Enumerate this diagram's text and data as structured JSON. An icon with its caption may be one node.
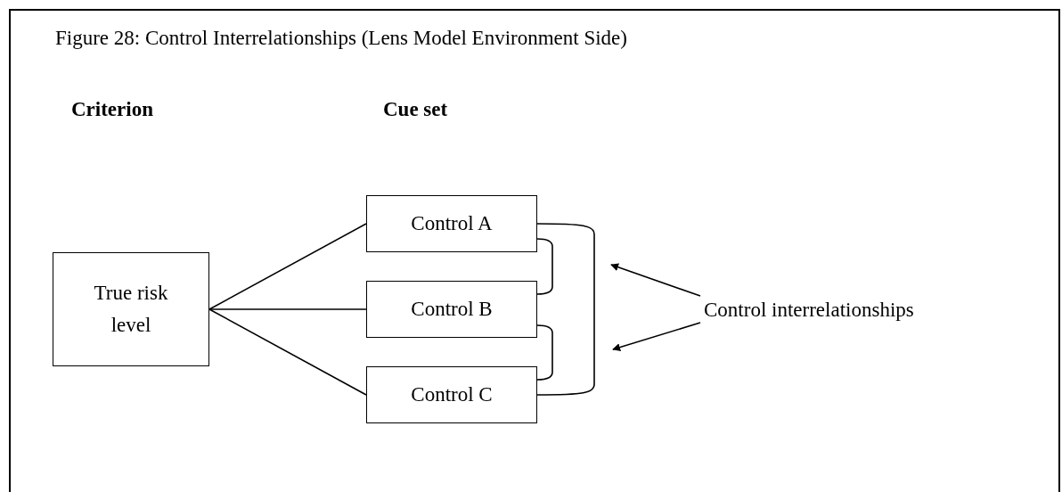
{
  "diagram": {
    "title": "Figure 28: Control Interrelationships (Lens Model Environment Side)",
    "nodes": [
      {
        "text": [
          "True risk level"
        ]
      },
      {
        "text": [
          "Control A"
        ]
      },
      {
        "text": [
          "Control B"
        ]
      },
      {
        "text": [
          "Control C"
        ]
      },
      {
        "text": [
          "Control interrelationships"
        ]
      }
    ],
    "edges": [
      {
        "from": 0,
        "to": 1,
        "arrow": "none"
      },
      {
        "from": 0,
        "to": 2,
        "arrow": "none"
      },
      {
        "from": 0,
        "to": 3,
        "arrow": "none"
      },
      {
        "from": 1,
        "to": 3,
        "arrow": "none"
      },
      {
        "from": 1,
        "to": 2,
        "arrow": "none"
      },
      {
        "from": 2,
        "to": 3,
        "arrow": "none"
      },
      {
        "from": 4,
        "to": null,
        "arrow": "to"
      },
      {
        "from": 4,
        "to": null,
        "arrow": "to"
      }
    ],
    "labels": [
      "Criterion",
      "Cue set"
    ]
  }
}
